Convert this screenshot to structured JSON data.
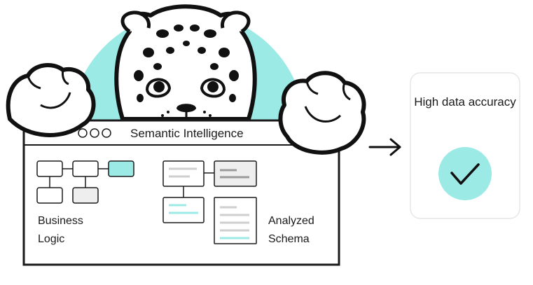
{
  "window": {
    "title": "Semantic Intelligence",
    "controls": [
      "circle",
      "circle",
      "circle"
    ]
  },
  "panels": {
    "business_logic": {
      "line1": "Business",
      "line2": "Logic"
    },
    "analyzed_schema": {
      "line1": "Analyzed",
      "line2": "Schema"
    }
  },
  "result_card": {
    "title": "High data accuracy",
    "icon": "check-icon"
  },
  "colors": {
    "accent": "#9ceae6",
    "outline": "#1a1a1a",
    "muted_fill": "#eeeeee",
    "line_gray": "#cfcfcf"
  }
}
